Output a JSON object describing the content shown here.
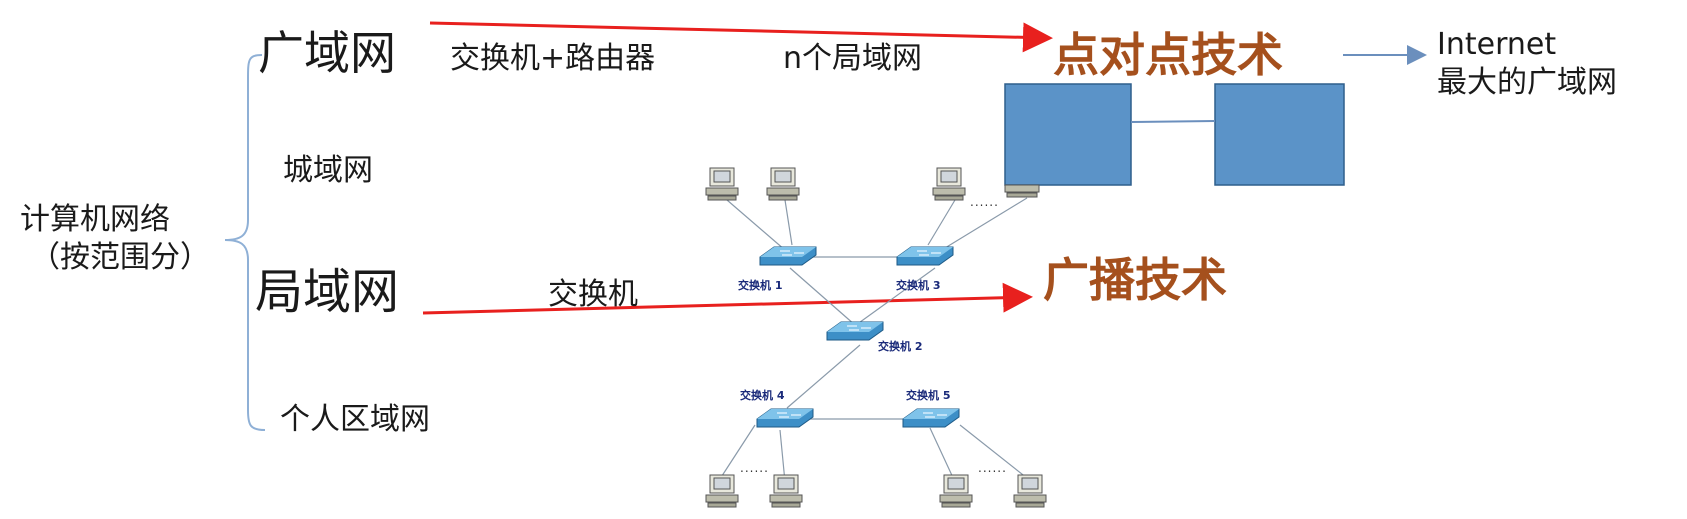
{
  "root": {
    "line1": "计算机网络",
    "line2": "（按范围分）"
  },
  "categories": {
    "wan": "广域网",
    "man": "城域网",
    "lan": "局域网",
    "pan": "个人区域网"
  },
  "wan_notes": {
    "devices": "交换机+路由器",
    "composition": "n个局域网"
  },
  "lan_notes": {
    "devices": "交换机"
  },
  "techniques": {
    "p2p": "点对点技术",
    "broadcast": "广播技术"
  },
  "internet": {
    "name": "Internet",
    "desc": "最大的广域网"
  },
  "network_diagram": {
    "switches": [
      "交换机 1",
      "交换机 2",
      "交换机 3",
      "交换机 4",
      "交换机 5"
    ],
    "ellipsis": "......"
  },
  "colors": {
    "arrow": "#e8201e",
    "technique_text": "#a5501d",
    "box": "#5b93c8",
    "brace": "#8fb0d6",
    "link": "#7a9cc6"
  }
}
